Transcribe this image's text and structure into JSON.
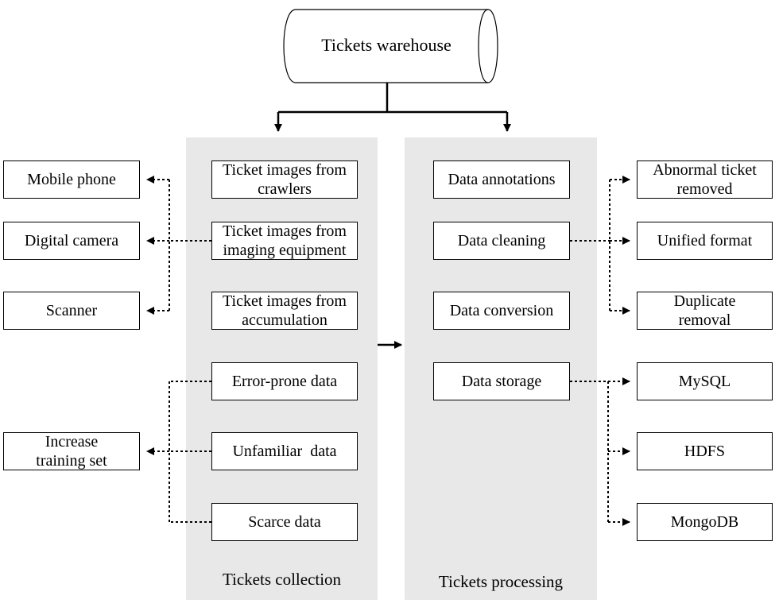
{
  "warehouse": {
    "label": "Tickets warehouse"
  },
  "collection": {
    "caption": "Tickets collection",
    "items": [
      "Ticket images from\ncrawlers",
      "Ticket images from\nimaging equipment",
      "Ticket images from\naccumulation",
      "Error-prone data",
      "Unfamiliar  data",
      "Scarce data"
    ]
  },
  "processing": {
    "caption": "Tickets processing",
    "items": [
      "Data annotations",
      "Data cleaning",
      "Data conversion",
      "Data storage"
    ]
  },
  "devices": [
    "Mobile phone",
    "Digital camera",
    "Scanner"
  ],
  "training": {
    "label": "Increase\ntraining set"
  },
  "cleaning_outcomes": [
    "Abnormal ticket\nremoved",
    "Unified format",
    "Duplicate\nremoval"
  ],
  "storage_targets": [
    "MySQL",
    "HDFS",
    "MongoDB"
  ]
}
